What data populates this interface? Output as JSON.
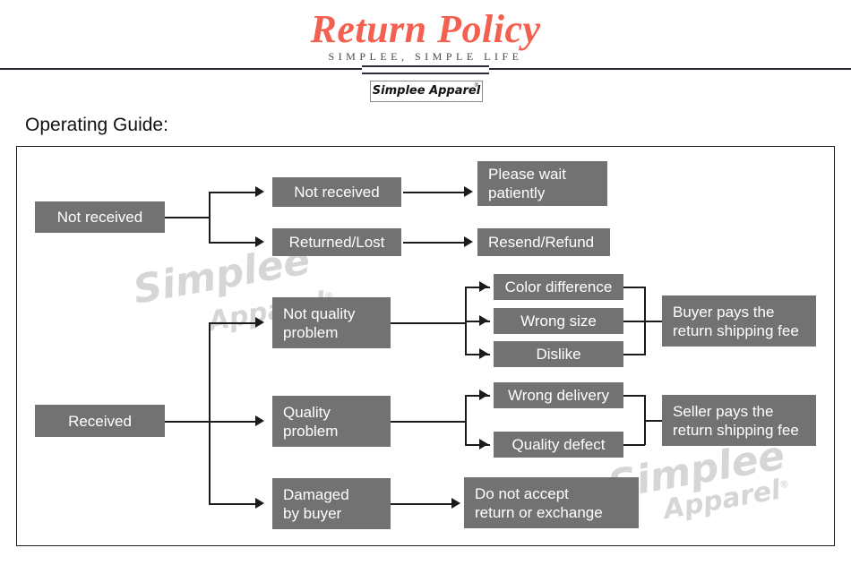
{
  "header": {
    "title": "Return Policy",
    "tagline": "SIMPLEE, SIMPLE LIFE",
    "logo_text": "Simplee Apparel",
    "logo_registered": "®"
  },
  "page": {
    "title": "Operating Guide:"
  },
  "colors": {
    "title_red": "#f4604f",
    "node_gray": "#727272",
    "node_text": "#ffffff",
    "line_black": "#1b1b1b",
    "watermark_gray": "#d6d6d6",
    "frame_border": "#1b1b1b"
  },
  "watermarks": [
    {
      "line1": "Simplee",
      "line2": "Apparel",
      "registered": "®"
    },
    {
      "line1": "Simplee",
      "line2": "Apparel",
      "registered": "®"
    }
  ],
  "chart_data": {
    "type": "diagram",
    "title": "Operating Guide:",
    "nodes": [
      {
        "id": "not-received-root",
        "label": "Not received",
        "column": 1
      },
      {
        "id": "received-root",
        "label": "Received",
        "column": 1
      },
      {
        "id": "not-received-sub",
        "label": "Not received",
        "column": 2
      },
      {
        "id": "returned-lost",
        "label": "Returned/Lost",
        "column": 2
      },
      {
        "id": "not-quality",
        "label": "Not quality\nproblem",
        "column": 2
      },
      {
        "id": "quality-problem",
        "label": "Quality\nproblem",
        "column": 2
      },
      {
        "id": "damaged-by-buyer",
        "label": "Damaged\nby buyer",
        "column": 2
      },
      {
        "id": "please-wait",
        "label": "Please wait\npatiently",
        "column": 3
      },
      {
        "id": "resend-refund",
        "label": "Resend/Refund",
        "column": 3
      },
      {
        "id": "color-difference",
        "label": "Color difference",
        "column": 3
      },
      {
        "id": "wrong-size",
        "label": "Wrong size",
        "column": 3
      },
      {
        "id": "dislike",
        "label": "Dislike",
        "column": 3
      },
      {
        "id": "wrong-delivery",
        "label": "Wrong delivery",
        "column": 3
      },
      {
        "id": "quality-defect",
        "label": "Quality defect",
        "column": 3
      },
      {
        "id": "no-return",
        "label": "Do not accept\nreturn or exchange",
        "column": 3
      },
      {
        "id": "buyer-pays",
        "label": "Buyer pays the\nreturn shipping fee",
        "column": 4
      },
      {
        "id": "seller-pays",
        "label": "Seller pays the\nreturn shipping fee",
        "column": 4
      }
    ],
    "edges": [
      {
        "from": "not-received-root",
        "to": "not-received-sub"
      },
      {
        "from": "not-received-root",
        "to": "returned-lost"
      },
      {
        "from": "not-received-sub",
        "to": "please-wait"
      },
      {
        "from": "returned-lost",
        "to": "resend-refund"
      },
      {
        "from": "received-root",
        "to": "not-quality"
      },
      {
        "from": "received-root",
        "to": "quality-problem"
      },
      {
        "from": "received-root",
        "to": "damaged-by-buyer"
      },
      {
        "from": "not-quality",
        "to": "color-difference"
      },
      {
        "from": "not-quality",
        "to": "wrong-size"
      },
      {
        "from": "not-quality",
        "to": "dislike"
      },
      {
        "from": "quality-problem",
        "to": "wrong-delivery"
      },
      {
        "from": "quality-problem",
        "to": "quality-defect"
      },
      {
        "from": "damaged-by-buyer",
        "to": "no-return"
      },
      {
        "from": "color-difference",
        "to": "buyer-pays"
      },
      {
        "from": "wrong-size",
        "to": "buyer-pays"
      },
      {
        "from": "dislike",
        "to": "buyer-pays"
      },
      {
        "from": "wrong-delivery",
        "to": "seller-pays"
      },
      {
        "from": "quality-defect",
        "to": "seller-pays"
      }
    ]
  }
}
